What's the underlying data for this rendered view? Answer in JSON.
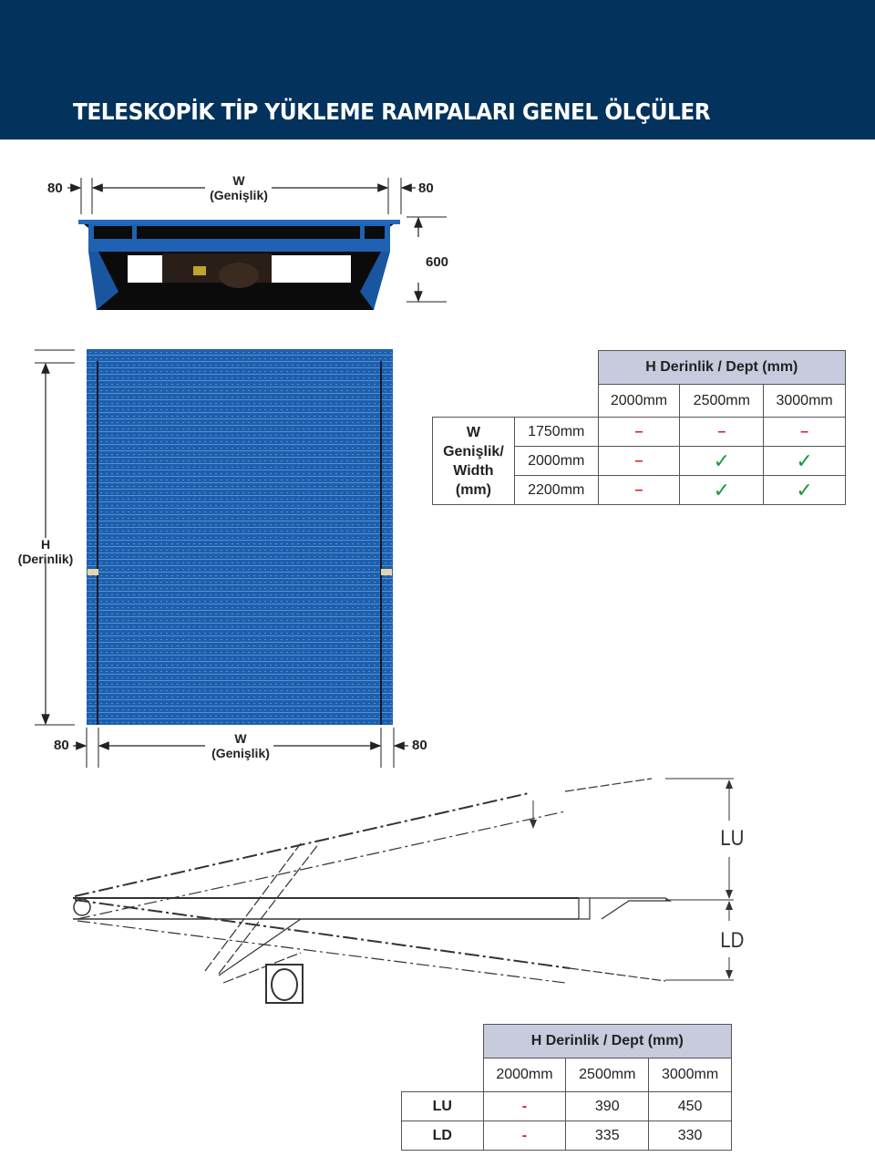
{
  "header": {
    "title": "TELESKOPİK TİP YÜKLEME RAMPALARI GENEL ÖLÇÜLER",
    "background_color": "#03325c"
  },
  "front_view": {
    "left_margin": "80",
    "right_margin": "80",
    "width_symbol": "W",
    "width_label": "(Genişlik)",
    "height_value": "600"
  },
  "top_view": {
    "depth_symbol": "H",
    "depth_label": "(Derinlik)",
    "left_margin": "80",
    "right_margin": "80",
    "width_symbol": "W",
    "width_label": "(Genişlik)",
    "deck_color": "#1b5fae"
  },
  "size_table": {
    "header": "H Derinlik / Dept (mm)",
    "columns": [
      "2000mm",
      "2500mm",
      "3000mm"
    ],
    "row_group_label": [
      "W",
      "Genişlik/",
      "Width",
      "(mm)"
    ],
    "rows": [
      {
        "width": "1750mm",
        "cells": [
          "dash",
          "dash",
          "dash"
        ]
      },
      {
        "width": "2000mm",
        "cells": [
          "dash",
          "check",
          "check"
        ]
      },
      {
        "width": "2200mm",
        "cells": [
          "dash",
          "check",
          "check"
        ]
      }
    ],
    "symbols": {
      "dash": "–",
      "check": "✓"
    },
    "dash_color": "#e0192a",
    "check_color": "#1a9a3a",
    "header_color": "#c7cbdd"
  },
  "side_view": {
    "upper_label": "LU",
    "lower_label": "LD"
  },
  "lift_table": {
    "header": "H Derinlik / Dept (mm)",
    "columns": [
      "2000mm",
      "2500mm",
      "3000mm"
    ],
    "rows": [
      {
        "label": "LU",
        "values": [
          "-",
          "390",
          "450"
        ]
      },
      {
        "label": "LD",
        "values": [
          "-",
          "335",
          "330"
        ]
      }
    ]
  }
}
